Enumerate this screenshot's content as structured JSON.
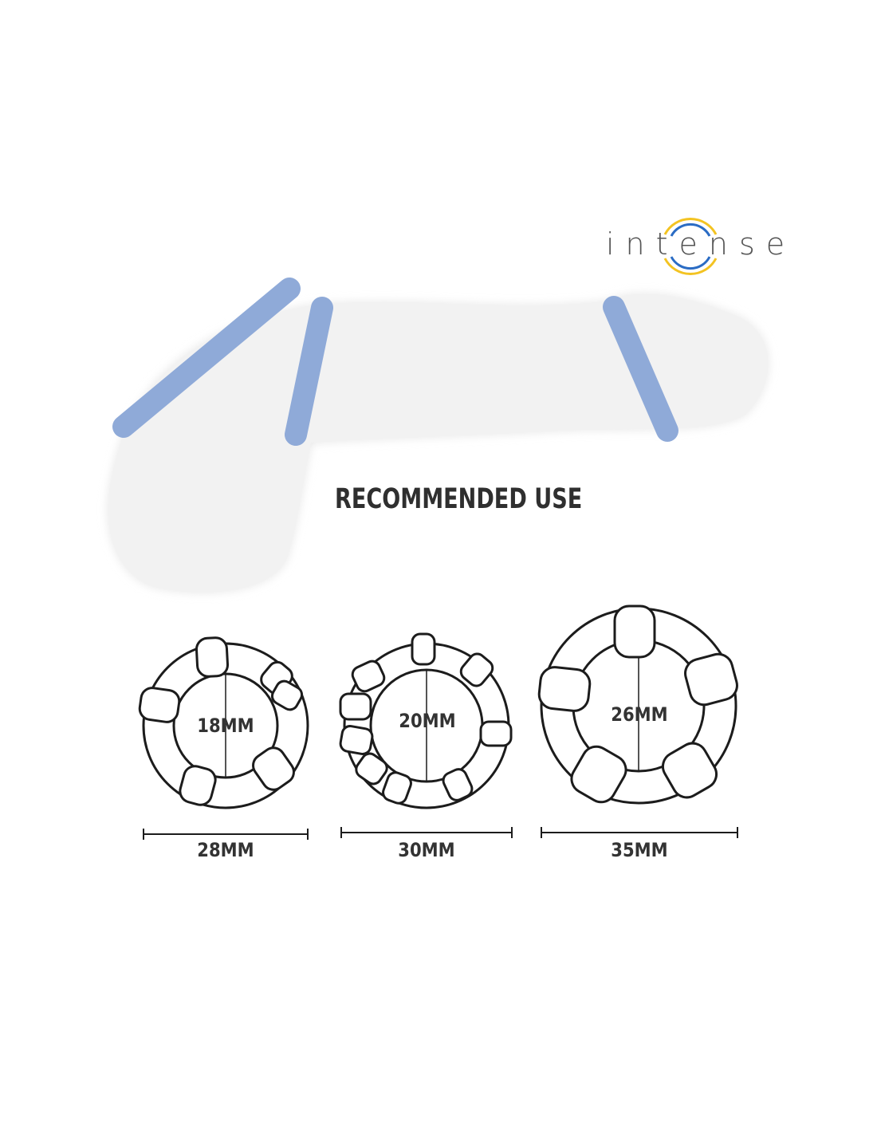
{
  "brand": {
    "logo_text": "intense"
  },
  "colors": {
    "band": "#8faad8",
    "body_fill": "#f1f1f1",
    "ring_stroke": "#1c1c1c",
    "text": "#333333",
    "logo_red": "#e0322c",
    "logo_blue": "#2b6cc4",
    "logo_yellow": "#f3c322"
  },
  "heading": "RECOMMENDED USE",
  "rings": [
    {
      "inner_label": "18MM",
      "outer_label": "28MM"
    },
    {
      "inner_label": "20MM",
      "outer_label": "30MM"
    },
    {
      "inner_label": "26MM",
      "outer_label": "35MM"
    }
  ]
}
